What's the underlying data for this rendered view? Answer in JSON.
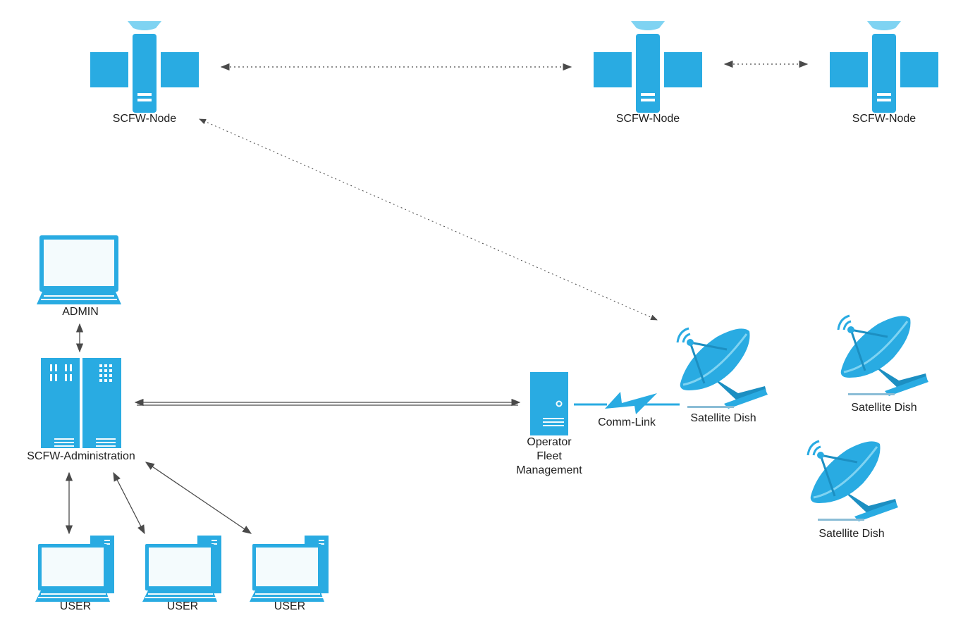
{
  "colors": {
    "icon": "#29abe2",
    "icon_dark": "#1c8fc2",
    "screen": "#f4fbfd",
    "line": "#4a4a4a"
  },
  "satellites": [
    {
      "label": "SCFW-Node",
      "icon": "satellite-icon"
    },
    {
      "label": "SCFW-Node",
      "icon": "satellite-icon"
    },
    {
      "label": "SCFW-Node",
      "icon": "satellite-icon"
    }
  ],
  "admin": {
    "label": "ADMIN",
    "icon": "laptop-icon"
  },
  "server": {
    "label": "SCFW-Administration",
    "icon": "server-rack-icon"
  },
  "users": [
    {
      "label": "USER",
      "icon": "desktop-computer-icon"
    },
    {
      "label": "USER",
      "icon": "desktop-computer-icon"
    },
    {
      "label": "USER",
      "icon": "desktop-computer-icon"
    }
  ],
  "operator": {
    "label_lines": [
      "Operator",
      "Fleet",
      "Management"
    ],
    "icon": "tower-server-icon"
  },
  "comm_link": {
    "label": "Comm-Link",
    "icon": "lightning-link-icon"
  },
  "dishes": [
    {
      "label": "Satellite Dish",
      "icon": "satellite-dish-icon"
    },
    {
      "label": "Satellite Dish",
      "icon": "satellite-dish-icon"
    },
    {
      "label": "Satellite Dish",
      "icon": "satellite-dish-icon"
    }
  ]
}
